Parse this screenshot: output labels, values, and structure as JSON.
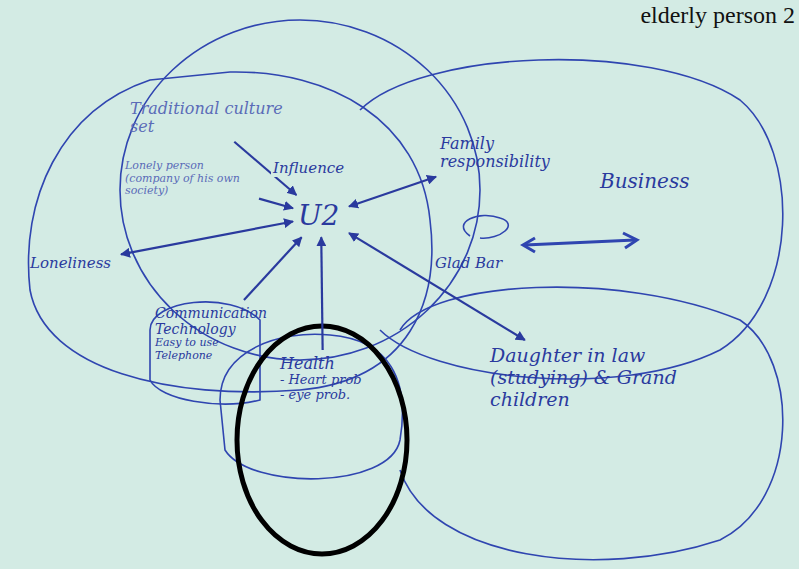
{
  "diagram": {
    "title": "elderly person 2",
    "nodes": [
      {
        "text": [
          "U2"
        ]
      },
      {
        "text": [
          "Traditional culture set"
        ]
      },
      {
        "text": [
          "Family responsibility"
        ]
      },
      {
        "text": [
          "Business"
        ]
      },
      {
        "text": [
          "Glad Bar"
        ]
      },
      {
        "text": [
          "Daughter in law (studying) & Grand children"
        ]
      },
      {
        "text": [
          "Health",
          "- Heart prob",
          "- eye prob."
        ]
      },
      {
        "text": [
          "Communication Technology",
          "Easy to use Telephone"
        ]
      },
      {
        "text": [
          "Loneliness"
        ]
      },
      {
        "text": [
          "Lonely person (company of his own society)"
        ]
      }
    ],
    "edges": [
      {
        "from": 1,
        "to": 0,
        "arrow": "to",
        "label": "Influence"
      },
      {
        "from": 2,
        "to": 0,
        "arrow": "both"
      },
      {
        "from": 5,
        "to": 0,
        "arrow": "both"
      },
      {
        "from": 6,
        "to": 0,
        "arrow": "to"
      },
      {
        "from": 7,
        "to": 0,
        "arrow": "to"
      },
      {
        "from": 8,
        "to": 0,
        "arrow": "both"
      },
      {
        "from": 9,
        "to": 0,
        "arrow": "to"
      }
    ]
  }
}
